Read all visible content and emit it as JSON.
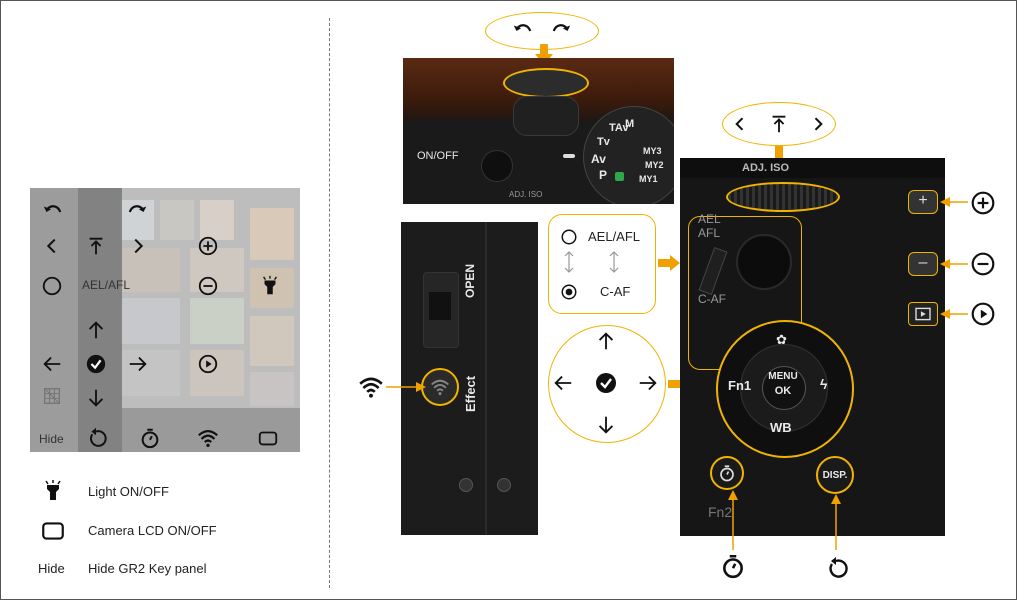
{
  "panel": {
    "ael_afl_label": "AEL/AFL",
    "hide_label": "Hide"
  },
  "legend": [
    {
      "icon": "flashlight-icon",
      "text": "Light ON/OFF"
    },
    {
      "icon": "lcd-icon",
      "text": "Camera LCD ON/OFF"
    },
    {
      "icon": "hide-text",
      "key": "Hide",
      "text": "Hide GR2 Key panel"
    }
  ],
  "camera_top": {
    "on_off_label": "ON/OFF",
    "adj_label": "ADJ. ISO",
    "mode_dial": [
      "TAv",
      "Tv",
      "Av",
      "P",
      "M",
      "MY3",
      "MY2",
      "MY1"
    ]
  },
  "camera_side": {
    "open_label": "OPEN",
    "effect_label": "Effect"
  },
  "focus_box": {
    "ael_afl": "AEL/AFL",
    "c_af": "C-AF"
  },
  "camera_back": {
    "adj_label": "ADJ. ISO",
    "ael_label": "AEL",
    "afl_label": "AFL",
    "caf_label": "C-AF",
    "menu_label": "MENU",
    "ok_label": "OK",
    "fn1_label": "Fn1",
    "wb_label": "WB",
    "fn2_label": "Fn2",
    "disp_label": "DISP."
  },
  "colors": {
    "accent": "#f0a000",
    "outline": "#f0b400",
    "panel_gray": "#9c9c9c",
    "panel_dark": "#7a7a7a"
  }
}
